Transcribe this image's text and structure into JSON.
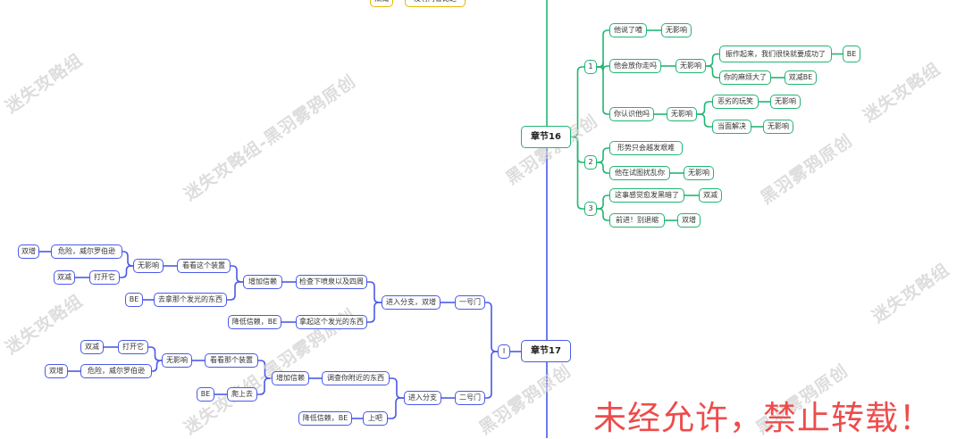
{
  "colors": {
    "green": "#22b573",
    "blue": "#4a5ae8",
    "yellow": "#e6b800",
    "notice": "#ee4c4c"
  },
  "top_nodes": [
    "双减",
    "没有阿鲁比之"
  ],
  "chapter16": {
    "title": "章节16",
    "branches": [
      {
        "label": "1",
        "items": [
          {
            "text": "他说了喳",
            "result": "无影响"
          },
          {
            "text": "他会放你走吗",
            "result": "无影响",
            "subs": [
              {
                "text": "振作起来，我们很快就要成功了",
                "result": "BE"
              },
              {
                "text": "你的麻烦大了",
                "result": "双减BE"
              }
            ]
          },
          {
            "text": "你认识他吗",
            "result": "无影响",
            "subs": [
              {
                "text": "恶劣的玩笑",
                "result": "无影响"
              },
              {
                "text": "当面解决",
                "result": "无影响"
              }
            ]
          }
        ]
      },
      {
        "label": "2",
        "items": [
          {
            "text": "形势只会越发艰难"
          },
          {
            "text": "他在试图扰乱你",
            "result": "无影响"
          }
        ]
      },
      {
        "label": "3",
        "items": [
          {
            "text": "这事感觉愈发黑暗了",
            "result": "双减"
          },
          {
            "text": "前进！别退缩",
            "result": "双增"
          }
        ]
      }
    ]
  },
  "chapter17": {
    "title": "章节17",
    "branch_label": "I",
    "paths": [
      {
        "gate": "一号门",
        "choice": "进入分支，双增",
        "options": [
          {
            "text": "检查下喷泉以及四周",
            "effect": "增加信赖",
            "sub": {
              "text": "看看这个装置",
              "result": "无影响",
              "leaves": [
                {
                  "text": "危险，威尔罗伯逊",
                  "result": "双增"
                },
                {
                  "text": "打开它",
                  "result": "双减"
                }
              ]
            },
            "alt": {
              "text": "去拿那个发光的东西",
              "result": "BE"
            }
          },
          {
            "text": "拿起这个发光的东西",
            "effect": "降低信赖，BE"
          }
        ]
      },
      {
        "gate": "二号门",
        "choice": "进入分支",
        "options": [
          {
            "text": "调查你附近的东西",
            "effect": "增加信赖",
            "sub": {
              "text": "看看那个装置",
              "result": "无影响",
              "leaves": [
                {
                  "text": "打开它",
                  "result": "双减"
                },
                {
                  "text": "危险，威尔罗伯逊",
                  "result": "双增"
                }
              ]
            },
            "alt": {
              "text": "爬上去",
              "result": "BE"
            }
          },
          {
            "text": "上吧",
            "effect": "降低信赖，BE"
          }
        ]
      }
    ]
  },
  "watermark": "迷失攻略组-黑羽雾鸦原创",
  "watermark_partial": [
    "黑羽雾鸦原创",
    "迷失攻略组",
    "迷失攻略组-黑羽雾鸦原创"
  ],
  "notice": "未经允许，禁止转载！"
}
